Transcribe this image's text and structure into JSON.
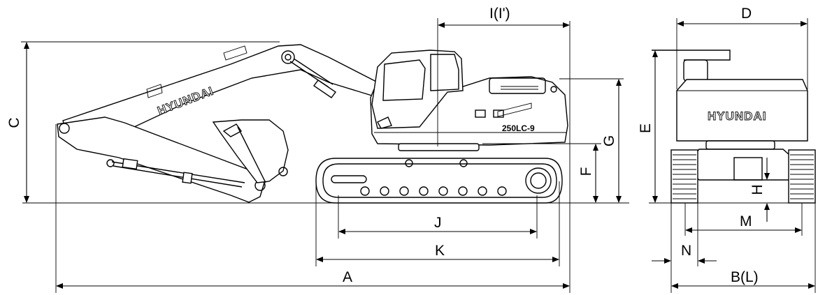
{
  "dimension_labels": {
    "A": "A",
    "B_L": "B(L)",
    "C": "C",
    "D": "D",
    "E": "E",
    "F": "F",
    "G": "G",
    "H": "H",
    "I_I": "I(I')",
    "J": "J",
    "K": "K",
    "M": "M",
    "N": "N"
  },
  "branding": {
    "boom_text": "HYUNDAI",
    "rear_text": "HYUNDAI",
    "model_badge": "250LC-9"
  }
}
